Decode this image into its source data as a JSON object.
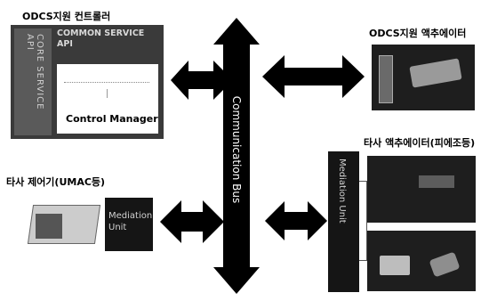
{
  "controller": {
    "title": "ODCS지원 컨트롤러",
    "side_label": "CORE SERVICE API",
    "common_label": "COMMON SERVICE API",
    "manager_label": "Control Manager"
  },
  "actuator_odcs": {
    "title": "ODCS지원 액추에이터"
  },
  "bus": {
    "label": "Communication Bus"
  },
  "third_party_actuator": {
    "title": "타사 액추에이터(피에조등)",
    "mediation_label": "Mediation Unit"
  },
  "third_party_controller": {
    "title": "타사 제어기(UMAC등)",
    "mediation_label": "Mediation Unit"
  }
}
